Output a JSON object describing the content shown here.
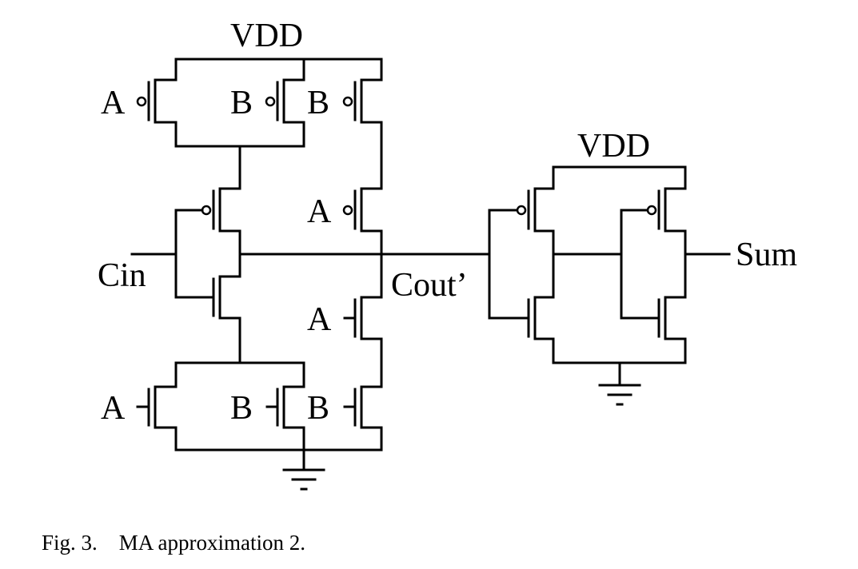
{
  "figure": {
    "caption": "Fig. 3.    MA approximation 2."
  },
  "labels": {
    "vdd_left": "VDD",
    "vdd_right": "VDD",
    "cin": "Cin",
    "cout": "Cout’",
    "sum": "Sum",
    "a": "A",
    "b": "B"
  }
}
